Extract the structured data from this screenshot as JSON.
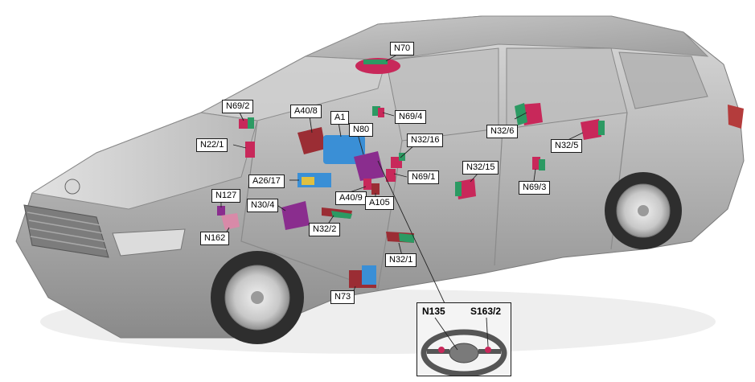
{
  "diagram": {
    "components": [
      {
        "id": "n70",
        "label": "N70"
      },
      {
        "id": "n69-2",
        "label": "N69/2"
      },
      {
        "id": "a40-8",
        "label": "A40/8"
      },
      {
        "id": "a1",
        "label": "A1"
      },
      {
        "id": "n69-4",
        "label": "N69/4"
      },
      {
        "id": "n80",
        "label": "N80"
      },
      {
        "id": "n32-16",
        "label": "N32/16"
      },
      {
        "id": "n32-6",
        "label": "N32/6"
      },
      {
        "id": "n22-1",
        "label": "N22/1"
      },
      {
        "id": "n32-5",
        "label": "N32/5"
      },
      {
        "id": "a26-17",
        "label": "A26/17"
      },
      {
        "id": "n69-1",
        "label": "N69/1"
      },
      {
        "id": "n32-15",
        "label": "N32/15"
      },
      {
        "id": "n127",
        "label": "N127"
      },
      {
        "id": "a40-9",
        "label": "A40/9"
      },
      {
        "id": "a105",
        "label": "A105"
      },
      {
        "id": "n69-3",
        "label": "N69/3"
      },
      {
        "id": "n30-4",
        "label": "N30/4"
      },
      {
        "id": "n32-2",
        "label": "N32/2"
      },
      {
        "id": "n162",
        "label": "N162"
      },
      {
        "id": "n32-1",
        "label": "N32/1"
      },
      {
        "id": "n73",
        "label": "N73"
      }
    ],
    "inset": {
      "labels": [
        {
          "id": "n135",
          "label": "N135"
        },
        {
          "id": "s163-2",
          "label": "S163/2"
        }
      ]
    },
    "colors": {
      "body": "#a9a9a9",
      "body_light": "#d4d4d4",
      "body_dark": "#6e6e6e",
      "module_red": "#c8285a",
      "module_green": "#2c9a63",
      "module_blue": "#3a8fd6",
      "module_maroon": "#9b2d34",
      "module_purple": "#8a2d8e",
      "leader": "#222222"
    }
  }
}
